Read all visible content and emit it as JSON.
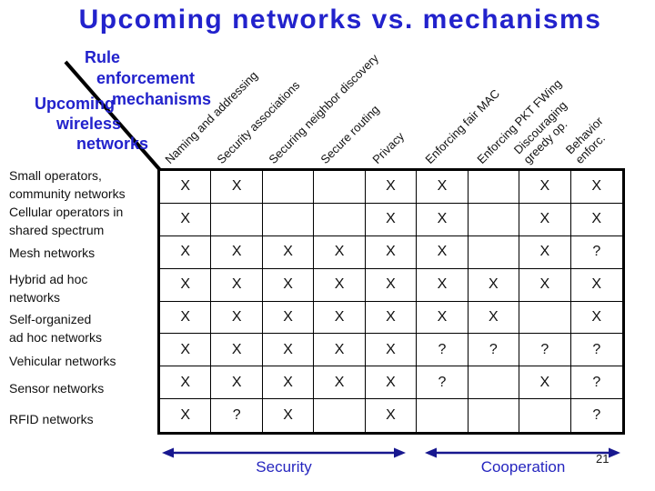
{
  "slide": {
    "title": "Upcoming networks vs. mechanisms",
    "page_number": "21"
  },
  "matrix_header": {
    "top_right_lines": [
      "Rule",
      "enforcement",
      "mechanisms"
    ],
    "bottom_left_lines": [
      "Upcoming",
      "wireless",
      "networks"
    ]
  },
  "grid": {
    "column_headers": [
      "Naming and addressing",
      "Security associations",
      "Securing neighbor discovery",
      "Secure routing",
      "Privacy",
      "Enforcing fair MAC",
      "Enforcing PKT FWing",
      "Discouraging\ngreedy op.",
      "Behavior\nenforc."
    ],
    "row_headers": [
      "Small operators,\ncommunity networks",
      "Cellular operators in\nshared spectrum",
      "Mesh networks",
      "Hybrid ad hoc\nnetworks",
      "Self-organized\nad hoc networks",
      "Vehicular networks",
      "Sensor networks",
      "RFID networks"
    ],
    "rows": [
      [
        "X",
        "X",
        "",
        "",
        "X",
        "X",
        "",
        "X",
        "X"
      ],
      [
        "X",
        "",
        "",
        "",
        "X",
        "X",
        "",
        "X",
        "X"
      ],
      [
        "X",
        "X",
        "X",
        "X",
        "X",
        "X",
        "",
        "X",
        "?"
      ],
      [
        "X",
        "X",
        "X",
        "X",
        "X",
        "X",
        "X",
        "X",
        "X"
      ],
      [
        "X",
        "X",
        "X",
        "X",
        "X",
        "X",
        "X",
        "",
        "X"
      ],
      [
        "X",
        "X",
        "X",
        "X",
        "X",
        "?",
        "?",
        "?",
        "?"
      ],
      [
        "X",
        "X",
        "X",
        "X",
        "X",
        "?",
        "",
        "X",
        "?"
      ],
      [
        "X",
        "?",
        "X",
        "",
        "X",
        "",
        "",
        "",
        "?"
      ]
    ]
  },
  "footer": {
    "security_label": "Security",
    "cooperation_label": "Cooperation"
  },
  "colors": {
    "title_blue": "#2222cc",
    "label_blue": "#2626bf",
    "arrow_navy": "#17178f",
    "text_black": "#111111"
  }
}
